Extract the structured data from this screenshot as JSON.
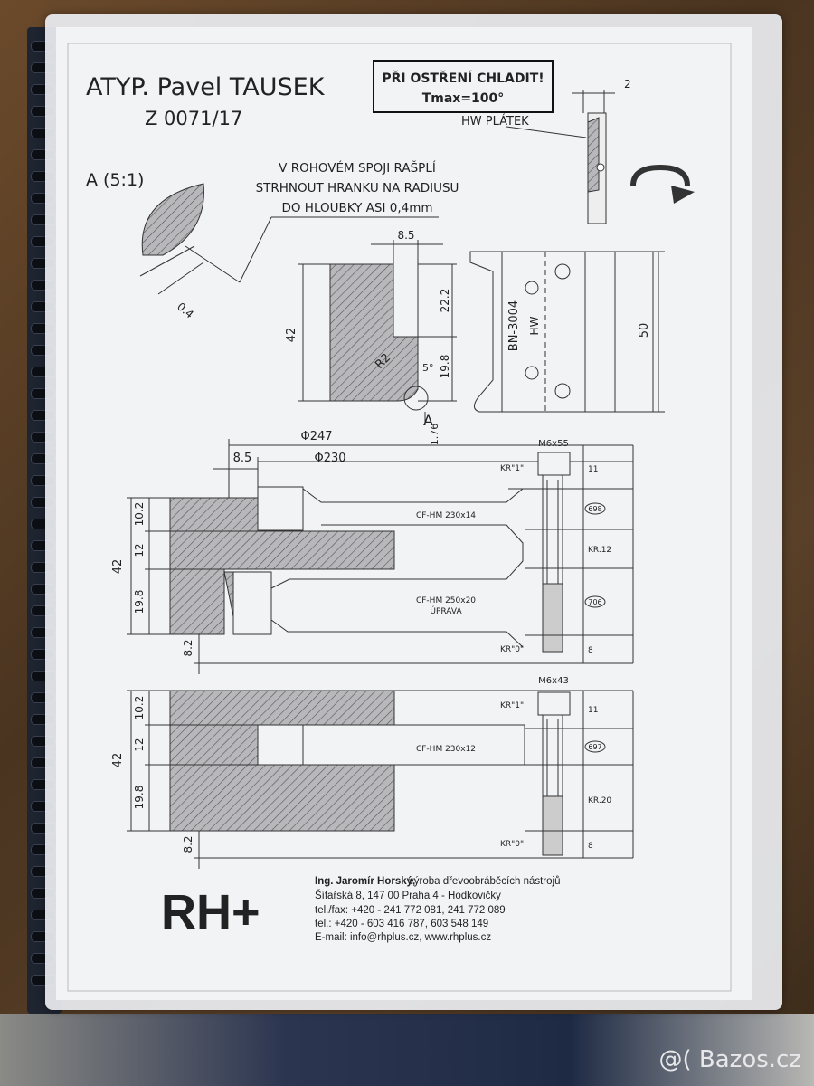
{
  "header": {
    "title": "ATYP. Pavel TAUSEK",
    "code": "Z 0071/17",
    "warning_line1": "PŘI OSTŘENÍ CHLADIT!",
    "warning_line2": "Tmax=100°"
  },
  "detail": {
    "label": "A (5:1)",
    "note_line1": "V ROHOVÉM SPOJI RAŠPLÍ",
    "note_line2": "STRHNOUT HRANKU NA RADIUSU",
    "note_line3": "DO HLOUBKY ASI 0,4mm",
    "dim_04": "0.4"
  },
  "blade": {
    "label": "HW PLÁTEK",
    "dim_2": "2"
  },
  "profile": {
    "dim_85": "8.5",
    "dim_42": "42",
    "dim_222": "22.2",
    "dim_198": "19.8",
    "dim_5deg": "5°",
    "radius": "R2",
    "dim_176": "1.76",
    "marker_a": "A"
  },
  "plate": {
    "code": "BN-3004",
    "material": "HW",
    "dim_50": "50"
  },
  "assembly1": {
    "dia_247": "Φ247",
    "dia_230": "Φ230",
    "dim_85": "8.5",
    "dim_42": "42",
    "dim_102": "10.2",
    "dim_12": "12",
    "dim_198": "19.8",
    "dim_82": "8.2",
    "screw": "M6x55",
    "kr1": "KR\"1\"",
    "kr0": "KR\"0\"",
    "label_top": "CF-HM 230x14",
    "label_mid1": "CF-HM 250x20",
    "label_mid2": "ÚPRAVA",
    "t_11": "11",
    "t_698": "698",
    "t_kr12": "KR.12",
    "t_706": "706",
    "t_8": "8"
  },
  "assembly2": {
    "dim_42": "42",
    "dim_102": "10.2",
    "dim_12": "12",
    "dim_198": "19.8",
    "dim_82": "8.2",
    "screw": "M6x43",
    "kr1": "KR\"1\"",
    "kr0": "KR\"0\"",
    "label": "CF-HM 230x12",
    "t_11": "11",
    "t_697": "697",
    "t_kr20": "KR.20",
    "t_8": "8"
  },
  "footer": {
    "logo": "RH+",
    "company_name": "Ing. Jaromír Horský,",
    "company_desc": " výroba dřevoobráběcích nástrojů",
    "address": "Šífařská 8, 147 00 Praha 4 - Hodkovičky",
    "telfax": "tel./fax:  +420 - 241 772 081, 241 772 089",
    "tel": "tel.:        +420 - 603 416 787, 603 548 149",
    "email": "E-mail: info@rhplus.cz, www.rhplus.cz"
  },
  "watermark": "@( Bazos.cz"
}
